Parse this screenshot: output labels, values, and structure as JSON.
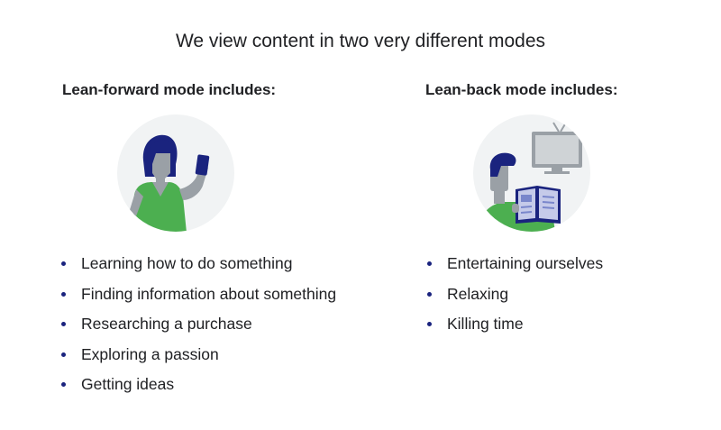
{
  "title": "We view content in two very different modes",
  "columns": [
    {
      "heading": "Lean-forward mode includes:",
      "illustration": "person-holding-phone-icon",
      "items": [
        "Learning how to do something",
        "Finding information about something",
        "Researching a purchase",
        "Exploring a passion",
        "Getting ideas"
      ]
    },
    {
      "heading": "Lean-back mode includes:",
      "illustration": "person-reading-watching-tv-icon",
      "items": [
        "Entertaining ourselves",
        "Relaxing",
        "Killing time"
      ]
    }
  ],
  "colors": {
    "navy": "#1a237e",
    "green": "#4caf50",
    "gray": "#9aa0a6",
    "circle_bg": "#f1f3f4"
  }
}
